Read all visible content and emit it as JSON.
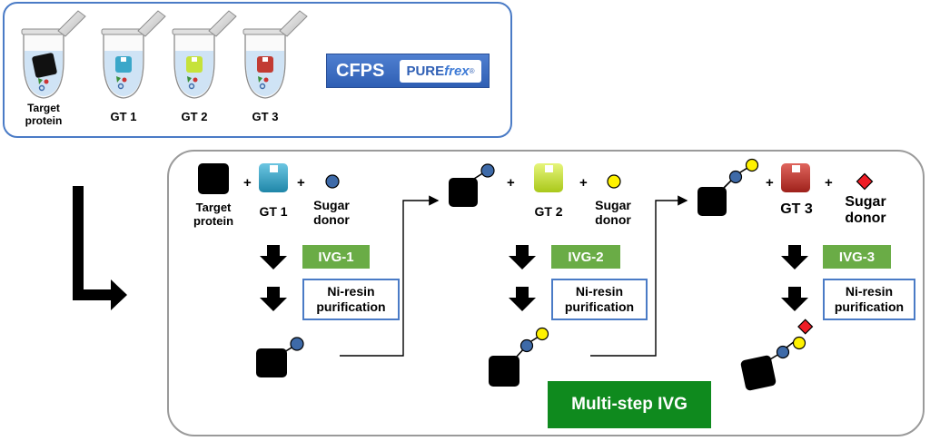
{
  "tubes": {
    "target": {
      "line1": "Target",
      "line2": "protein"
    },
    "gt1": "GT 1",
    "gt2": "GT 2",
    "gt3": "GT 3"
  },
  "cfps": {
    "label": "CFPS",
    "logo_bold": "PURE",
    "logo_italic": "frex",
    "logo_mark": "®"
  },
  "step1": {
    "target": {
      "line1": "Target",
      "line2": "protein"
    },
    "gt": "GT 1",
    "donor": {
      "line1": "Sugar",
      "line2": "donor"
    },
    "ivg": "IVG-1",
    "purif": {
      "line1": "Ni-resin",
      "line2": "purification"
    }
  },
  "step2": {
    "gt": "GT 2",
    "donor": {
      "line1": "Sugar",
      "line2": "donor"
    },
    "ivg": "IVG-2",
    "purif": {
      "line1": "Ni-resin",
      "line2": "purification"
    }
  },
  "step3": {
    "gt": "GT 3",
    "donor": {
      "line1": "Sugar",
      "line2": "donor"
    },
    "ivg": "IVG-3",
    "purif": {
      "line1": "Ni-resin",
      "line2": "purification"
    }
  },
  "plus": "+",
  "footer": "Multi-step IVG",
  "colors": {
    "gt1": "#3ba7c9",
    "gt2": "#c6e23a",
    "gt3": "#c23b33",
    "blue_sugar": "#3e6aa8",
    "yellow_sugar": "#fff200",
    "red_sugar": "#ee1c25",
    "ivg_green": "#6aac46",
    "footer_green": "#0f8a1e",
    "frame_blue": "#4a7bc6"
  }
}
